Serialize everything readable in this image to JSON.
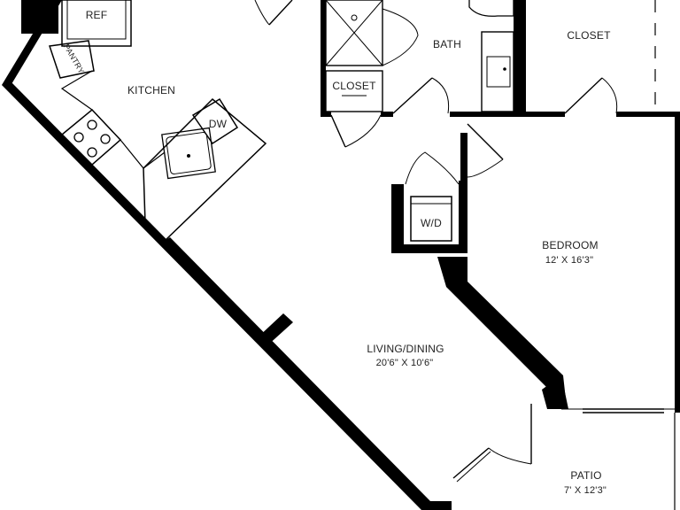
{
  "rooms": {
    "kitchen": {
      "name": "KITCHEN"
    },
    "bath": {
      "name": "BATH"
    },
    "closet_top": {
      "name": "CLOSET"
    },
    "closet_hall": {
      "name": "CLOSET"
    },
    "bedroom": {
      "name": "BEDROOM",
      "size": "12' X 16'3\""
    },
    "living": {
      "name": "LIVING/DINING",
      "size": "20'6\" X 10'6\""
    },
    "patio": {
      "name": "PATIO",
      "size": "7' X 12'3\""
    }
  },
  "fixtures": {
    "ref": "REF",
    "pantry": "PANTRY",
    "dw": "DW",
    "wd": "W/D"
  },
  "colors": {
    "wall": "#000000",
    "line": "#000000",
    "text": "#222222",
    "background": "#ffffff"
  }
}
